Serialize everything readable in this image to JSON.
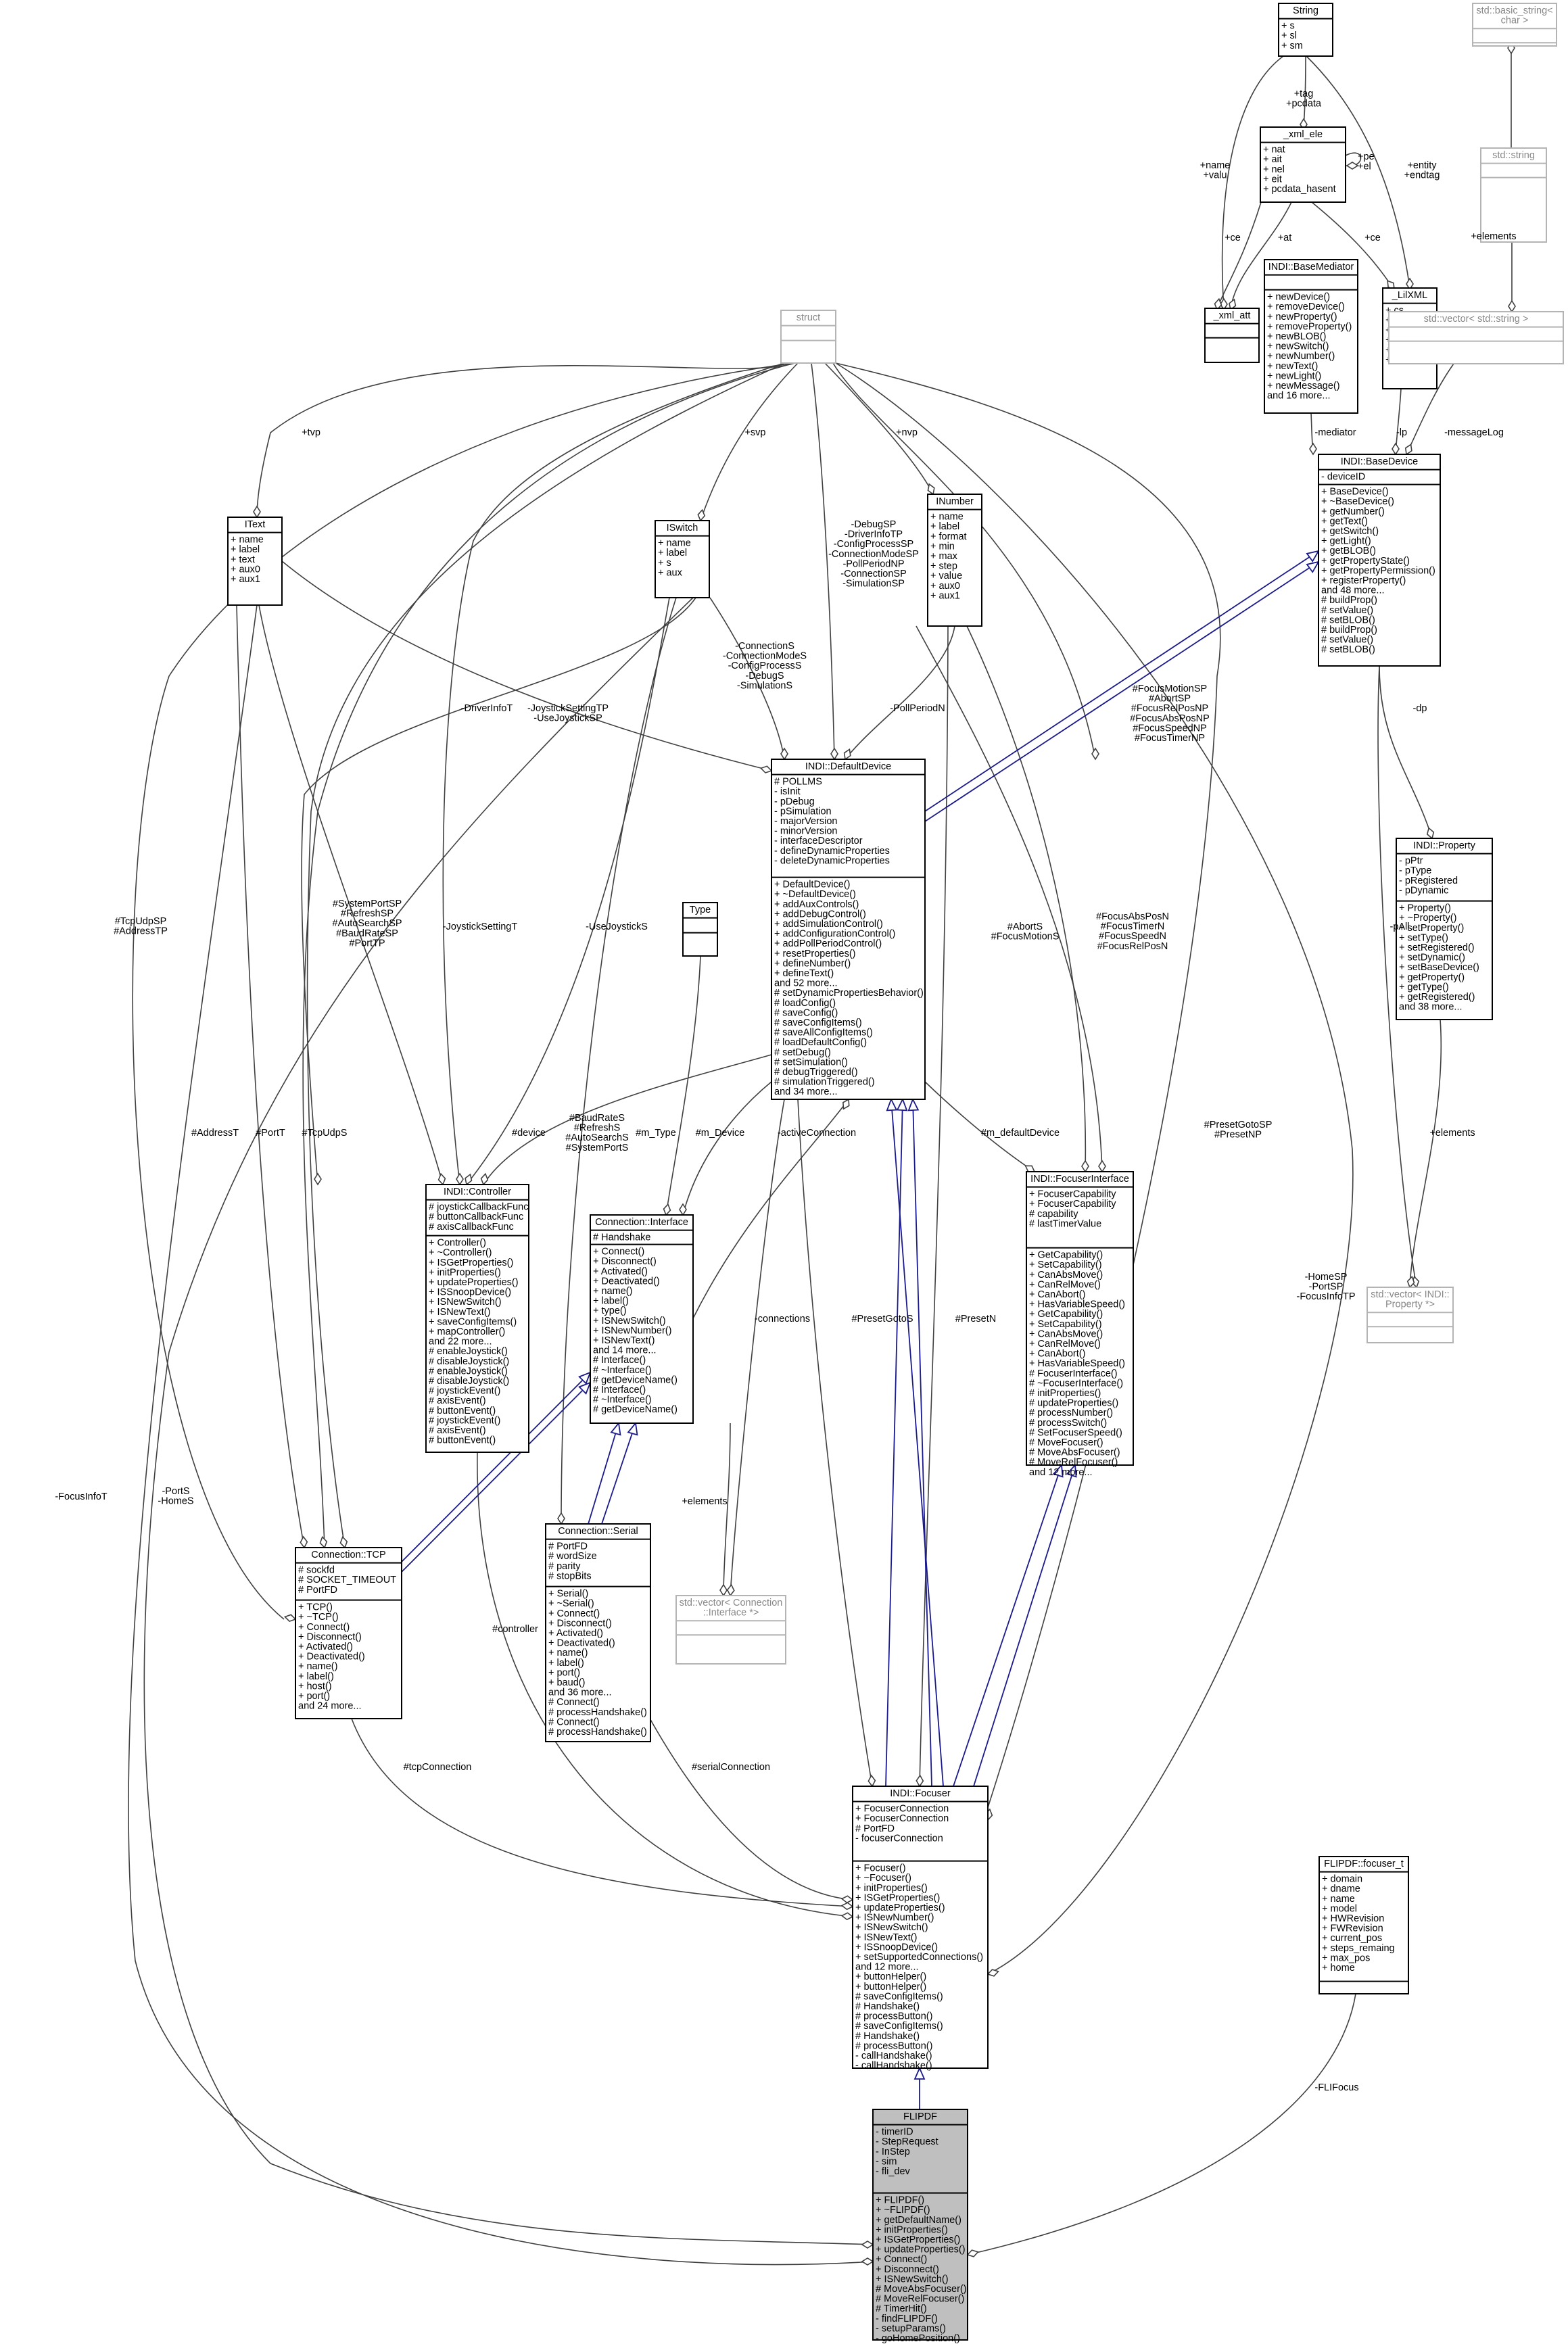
{
  "classes": {
    "string_cls": {
      "title": [
        "String"
      ],
      "members": [
        [
          "+ s",
          "+ sl",
          "+ sm"
        ]
      ]
    },
    "basic_string": {
      "title": [
        "std::basic_string<",
        "char >"
      ],
      "members": [
        [],
        []
      ]
    },
    "xml_ele": {
      "title": [
        "_xml_ele"
      ],
      "members": [
        [
          "+ nat",
          "+ ait",
          "+ nel",
          "+ eit",
          "+ pcdata_hasent"
        ]
      ]
    },
    "std_string": {
      "title": [
        "std::string"
      ],
      "members": [
        [],
        []
      ]
    },
    "xml_att": {
      "title": [
        "_xml_att"
      ],
      "members": [
        [],
        []
      ]
    },
    "litxml": {
      "title": [
        "_LilXML"
      ],
      "members": [
        [
          "+ cs",
          "+ ln",
          "+ delim",
          "+ lastc",
          "+ skipping",
          "+ inblob"
        ]
      ]
    },
    "base_mediator": {
      "title": [
        "INDI::BaseMediator"
      ],
      "members": [
        [],
        [
          "+ newDevice()",
          "+ removeDevice()",
          "+ newProperty()",
          "+ removeProperty()",
          "+ newBLOB()",
          "+ newSwitch()",
          "+ newNumber()",
          "+ newText()",
          "+ newLight()",
          "+ newMessage()",
          "and 16 more..."
        ]
      ]
    },
    "vector_string": {
      "title": [
        "std::vector< std::string >"
      ],
      "members": [
        [],
        []
      ]
    },
    "struct_cls": {
      "title": [
        "struct"
      ],
      "members": [
        [],
        []
      ]
    },
    "base_device": {
      "title": [
        "INDI::BaseDevice"
      ],
      "members": [
        [
          "- deviceID"
        ],
        [
          "+ BaseDevice()",
          "+ ~BaseDevice()",
          "+ getNumber()",
          "+ getText()",
          "+ getSwitch()",
          "+ getLight()",
          "+ getBLOB()",
          "+ getPropertyState()",
          "+ getPropertyPermission()",
          "+ registerProperty()",
          "and 48 more...",
          "# buildProp()",
          "# setValue()",
          "# setBLOB()",
          "# buildProp()",
          "# setValue()",
          "# setBLOB()"
        ]
      ]
    },
    "itext": {
      "title": [
        "IText"
      ],
      "members": [
        [
          "+ name",
          "+ label",
          "+ text",
          "+ aux0",
          "+ aux1"
        ]
      ]
    },
    "iswitch": {
      "title": [
        "ISwitch"
      ],
      "members": [
        [
          "+ name",
          "+ label",
          "+ s",
          "+ aux"
        ]
      ]
    },
    "inumber": {
      "title": [
        "INumber"
      ],
      "members": [
        [
          "+ name",
          "+ label",
          "+ format",
          "+ min",
          "+ max",
          "+ step",
          "+ value",
          "+ aux0",
          "+ aux1"
        ]
      ]
    },
    "default_device": {
      "title": [
        "INDI::DefaultDevice"
      ],
      "members": [
        [
          "# POLLMS",
          "- isInit",
          "- pDebug",
          "- pSimulation",
          "- majorVersion",
          "- minorVersion",
          "- interfaceDescriptor",
          "- defineDynamicProperties",
          "- deleteDynamicProperties"
        ],
        [
          "+ DefaultDevice()",
          "+ ~DefaultDevice()",
          "+ addAuxControls()",
          "+ addDebugControl()",
          "+ addSimulationControl()",
          "+ addConfigurationControl()",
          "+ addPollPeriodControl()",
          "+ resetProperties()",
          "+ defineNumber()",
          "+ defineText()",
          "and 52 more...",
          "# setDynamicPropertiesBehavior()",
          "# loadConfig()",
          "# saveConfig()",
          "# saveConfigItems()",
          "# saveAllConfigItems()",
          "# loadDefaultConfig()",
          "# setDebug()",
          "# setSimulation()",
          "# debugTriggered()",
          "# simulationTriggered()",
          "and 34 more..."
        ]
      ]
    },
    "property": {
      "title": [
        "INDI::Property"
      ],
      "members": [
        [
          "- pPtr",
          "- pType",
          "- pRegistered",
          "- pDynamic"
        ],
        [
          "+ Property()",
          "+ ~Property()",
          "+ setProperty()",
          "+ setType()",
          "+ setRegistered()",
          "+ setDynamic()",
          "+ setBaseDevice()",
          "+ getProperty()",
          "+ getType()",
          "+ getRegistered()",
          "and 38 more..."
        ]
      ]
    },
    "type_cls": {
      "title": [
        "Type"
      ],
      "members": [
        [],
        []
      ]
    },
    "controller": {
      "title": [
        "INDI::Controller"
      ],
      "members": [
        [
          "# joystickCallbackFunc",
          "# buttonCallbackFunc",
          "# axisCallbackFunc"
        ],
        [
          "+ Controller()",
          "+ ~Controller()",
          "+ ISGetProperties()",
          "+ initProperties()",
          "+ updateProperties()",
          "+ ISSnoopDevice()",
          "+ ISNewSwitch()",
          "+ ISNewText()",
          "+ saveConfigItems()",
          "+ mapController()",
          "and 22 more...",
          "# enableJoystick()",
          "# disableJoystick()",
          "# enableJoystick()",
          "# disableJoystick()",
          "# joystickEvent()",
          "# axisEvent()",
          "# buttonEvent()",
          "# joystickEvent()",
          "# axisEvent()",
          "# buttonEvent()"
        ]
      ]
    },
    "conn_interface": {
      "title": [
        "Connection::Interface"
      ],
      "members": [
        [
          "# Handshake"
        ],
        [
          "+ Connect()",
          "+ Disconnect()",
          "+ Activated()",
          "+ Deactivated()",
          "+ name()",
          "+ label()",
          "+ type()",
          "+ ISNewSwitch()",
          "+ ISNewNumber()",
          "+ ISNewText()",
          "and 14 more...",
          "# Interface()",
          "# ~Interface()",
          "# getDeviceName()",
          "# Interface()",
          "# ~Interface()",
          "# getDeviceName()"
        ]
      ]
    },
    "focuser_interface": {
      "title": [
        "INDI::FocuserInterface"
      ],
      "members": [
        [
          "+ FocuserCapability",
          "+ FocuserCapability",
          "# capability",
          "# lastTimerValue"
        ],
        [
          "+ GetCapability()",
          "+ SetCapability()",
          "+ CanAbsMove()",
          "+ CanRelMove()",
          "+ CanAbort()",
          "+ HasVariableSpeed()",
          "+ GetCapability()",
          "+ SetCapability()",
          "+ CanAbsMove()",
          "+ CanRelMove()",
          "+ CanAbort()",
          "+ HasVariableSpeed()",
          "# FocuserInterface()",
          "# ~FocuserInterface()",
          "# initProperties()",
          "# updateProperties()",
          "# processNumber()",
          "# processSwitch()",
          "# SetFocuserSpeed()",
          "# MoveFocuser()",
          "# MoveAbsFocuser()",
          "# MoveRelFocuser()",
          "and 12 more..."
        ]
      ]
    },
    "vector_property": {
      "title": [
        "std::vector< INDI::",
        "Property *>"
      ],
      "members": [
        [],
        []
      ]
    },
    "tcp": {
      "title": [
        "Connection::TCP"
      ],
      "members": [
        [
          "# sockfd",
          "# SOCKET_TIMEOUT",
          "# PortFD"
        ],
        [
          "+ TCP()",
          "+ ~TCP()",
          "+ Connect()",
          "+ Disconnect()",
          "+ Activated()",
          "+ Deactivated()",
          "+ name()",
          "+ label()",
          "+ host()",
          "+ port()",
          "and 24 more..."
        ]
      ]
    },
    "serial": {
      "title": [
        "Connection::Serial"
      ],
      "members": [
        [
          "# PortFD",
          "# wordSize",
          "# parity",
          "# stopBits"
        ],
        [
          "+ Serial()",
          "+ ~Serial()",
          "+ Connect()",
          "+ Disconnect()",
          "+ Activated()",
          "+ Deactivated()",
          "+ name()",
          "+ label()",
          "+ port()",
          "+ baud()",
          "and 36 more...",
          "# Connect()",
          "# processHandshake()",
          "# Connect()",
          "# processHandshake()"
        ]
      ]
    },
    "vector_conn": {
      "title": [
        "std::vector< Connection",
        "::Interface *>"
      ],
      "members": [
        [],
        []
      ]
    },
    "focuser": {
      "title": [
        "INDI::Focuser"
      ],
      "members": [
        [
          "+ FocuserConnection",
          "+ FocuserConnection",
          "# PortFD",
          "- focuserConnection"
        ],
        [
          "+ Focuser()",
          "+ ~Focuser()",
          "+ initProperties()",
          "+ ISGetProperties()",
          "+ updateProperties()",
          "+ ISNewNumber()",
          "+ ISNewSwitch()",
          "+ ISNewText()",
          "+ ISSnoopDevice()",
          "+ setSupportedConnections()",
          "and 12 more...",
          "+ buttonHelper()",
          "+ buttonHelper()",
          "# saveConfigItems()",
          "# Handshake()",
          "# processButton()",
          "# saveConfigItems()",
          "# Handshake()",
          "# processButton()",
          "- callHandshake()",
          "- callHandshake()"
        ]
      ]
    },
    "focuser_t": {
      "title": [
        "FLIPDF::focuser_t"
      ],
      "members": [
        [
          "+ domain",
          "+ dname",
          "+ name",
          "+ model",
          "+ HWRevision",
          "+ FWRevision",
          "+ current_pos",
          "+ steps_remaing",
          "+ max_pos",
          "+ home"
        ],
        []
      ]
    },
    "flipdf": {
      "title": [
        "FLIPDF"
      ],
      "members": [
        [
          "- timerID",
          "- StepRequest",
          "- InStep",
          "- sim",
          "- fli_dev"
        ],
        [
          "+ FLIPDF()",
          "+ ~FLIPDF()",
          "+ getDefaultName()",
          "+ initProperties()",
          "+ ISGetProperties()",
          "+ updateProperties()",
          "+ Connect()",
          "+ Disconnect()",
          "+ ISNewSwitch()",
          "# MoveAbsFocuser()",
          "# MoveRelFocuser()",
          "# TimerHit()",
          "- findFLIPDF()",
          "- setupParams()",
          "- goHomePosition()"
        ]
      ]
    }
  },
  "edge_labels": {
    "e_tag": [
      "+tag",
      "+pcdata"
    ],
    "e_pe": [
      "+pe",
      "+el"
    ],
    "e_name_valu": [
      "+name",
      "+valu"
    ],
    "e_entity": [
      "+entity",
      "+endtag"
    ],
    "e_ce_left": [
      "+ce"
    ],
    "e_at": [
      "+at"
    ],
    "e_ce_right": [
      "+ce"
    ],
    "e_elements_str": [
      "+elements"
    ],
    "e_mediator": [
      "-mediator"
    ],
    "e_lp": [
      "-lp"
    ],
    "e_messagelog": [
      "-messageLog"
    ],
    "e_tvp": [
      "+tvp"
    ],
    "e_svp": [
      "+svp"
    ],
    "e_nvp": [
      "+nvp"
    ],
    "e_debugsp": [
      "-DebugSP",
      "-DriverInfoTP",
      "-ConfigProcessSP",
      "-ConnectionModeSP",
      "-PollPeriodNP",
      "-ConnectionSP",
      "-SimulationSP"
    ],
    "e_focusmotion": [
      "#FocusMotionSP",
      "#AbortSP",
      "#FocusRelPosNP",
      "#FocusAbsPosNP",
      "#FocusSpeedNP",
      "#FocusTimerNP"
    ],
    "e_conn_s": [
      "-ConnectionS",
      "-ConnectionModeS",
      "-ConfigProcessS",
      "-DebugS",
      "-SimulationS"
    ],
    "e_pollperiod": [
      "-PollPeriodN"
    ],
    "e_driverinfo": [
      "-DriverInfoT"
    ],
    "e_joysticktp": [
      "-JoystickSettingTP",
      "-UseJoystickSP"
    ],
    "e_dp": [
      "-dp"
    ],
    "e_tcpudpsp": [
      "#TcpUdpSP",
      "#AddressTP"
    ],
    "e_systemportsp": [
      "#SystemPortSP",
      "#RefreshSP",
      "#AutoSearchSP",
      "#BaudRateSP",
      "#PortTP"
    ],
    "e_joystickt": [
      "-JoystickSettingT"
    ],
    "e_usejoystick": [
      "-UseJoystickS"
    ],
    "e_aborts": [
      "#AbortS",
      "#FocusMotionS"
    ],
    "e_focusabspos": [
      "#FocusAbsPosN",
      "#FocusTimerN",
      "#FocusSpeedN",
      "#FocusRelPosN"
    ],
    "e_pall": [
      "-pAll"
    ],
    "e_baudrate": [
      "#BaudRateS",
      "#RefreshS",
      "#AutoSearchS",
      "#SystemPortS"
    ],
    "e_device": [
      "#device"
    ],
    "e_mtype": [
      "#m_Type"
    ],
    "e_mdevice": [
      "#m_Device"
    ],
    "e_activeconn": [
      "-activeConnection"
    ],
    "e_mdefault": [
      "#m_defaultDevice"
    ],
    "e_presetgoto_sp": [
      "#PresetGotoSP",
      "#PresetNP"
    ],
    "e_elements_prop": [
      "+elements"
    ],
    "e_addresst": [
      "#AddressT"
    ],
    "e_portt": [
      "#PortT"
    ],
    "e_tcpudps": [
      "#TcpUdpS"
    ],
    "e_connections": [
      "-connections"
    ],
    "e_presetgotos": [
      "#PresetGotoS"
    ],
    "e_presetn": [
      "#PresetN"
    ],
    "e_homesp": [
      "-HomeSP",
      "-PortSP",
      "-FocusInfoTP"
    ],
    "e_elements_conn": [
      "+elements"
    ],
    "e_focusinfot": [
      "-FocusInfoT"
    ],
    "e_ports": [
      "-PortS",
      "-HomeS"
    ],
    "e_controller": [
      "#controller"
    ],
    "e_tcpconn": [
      "#tcpConnection"
    ],
    "e_serialconn": [
      "#serialConnection"
    ],
    "e_flifocus": [
      "-FLIFocus"
    ]
  }
}
